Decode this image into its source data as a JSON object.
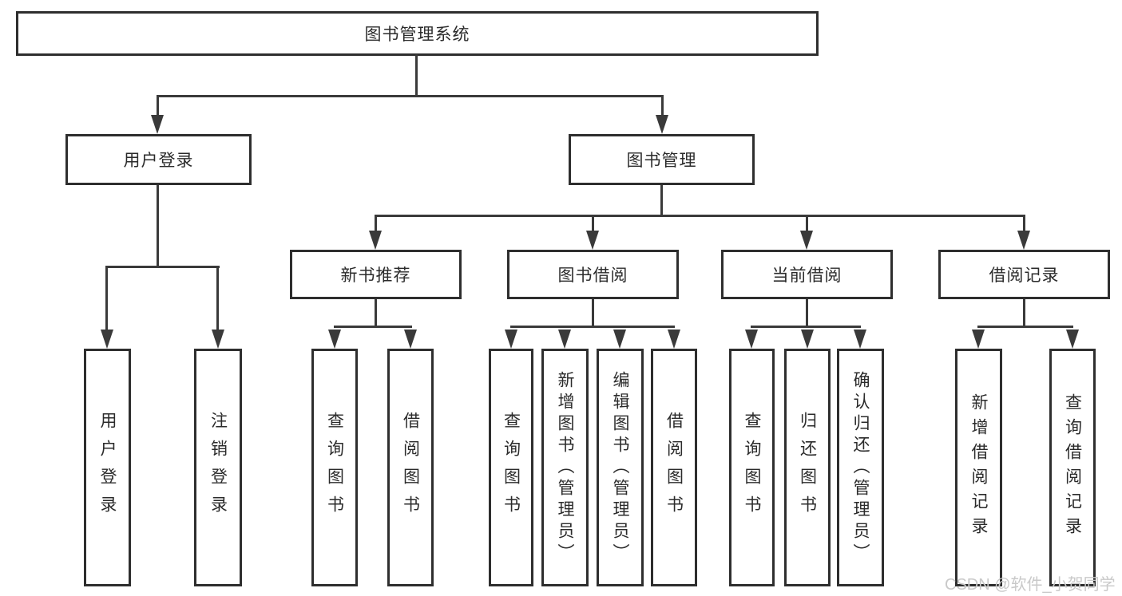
{
  "diagram": {
    "root": {
      "label": "图书管理系统"
    },
    "level2": [
      {
        "label": "用户登录"
      },
      {
        "label": "图书管理"
      }
    ],
    "level3": [
      {
        "label": "新书推荐",
        "parent": "图书管理"
      },
      {
        "label": "图书借阅",
        "parent": "图书管理"
      },
      {
        "label": "当前借阅",
        "parent": "图书管理"
      },
      {
        "label": "借阅记录",
        "parent": "图书管理"
      }
    ],
    "leaves": [
      {
        "label": "用户登录",
        "parent": "用户登录"
      },
      {
        "label": "注销登录",
        "parent": "用户登录"
      },
      {
        "label": "查询图书",
        "parent": "新书推荐"
      },
      {
        "label": "借阅图书",
        "parent": "新书推荐"
      },
      {
        "label": "查询图书",
        "parent": "图书借阅"
      },
      {
        "label": "新增图书（管理员）",
        "parent": "图书借阅"
      },
      {
        "label": "编辑图书（管理员）",
        "parent": "图书借阅"
      },
      {
        "label": "借阅图书",
        "parent": "图书借阅"
      },
      {
        "label": "查询图书",
        "parent": "当前借阅"
      },
      {
        "label": "归还图书",
        "parent": "当前借阅"
      },
      {
        "label": "确认归还（管理员）",
        "parent": "当前借阅"
      },
      {
        "label": "新增借阅记录",
        "parent": "借阅记录"
      },
      {
        "label": "查询借阅记录",
        "parent": "借阅记录"
      }
    ]
  },
  "watermark": {
    "text": "CSDN @软件_小贺同学"
  },
  "colors": {
    "line": "#3a3a3a",
    "box_border": "#2e2e2e",
    "text": "#2b2b2b",
    "watermark": "#c9c9c9",
    "background": "#ffffff"
  }
}
